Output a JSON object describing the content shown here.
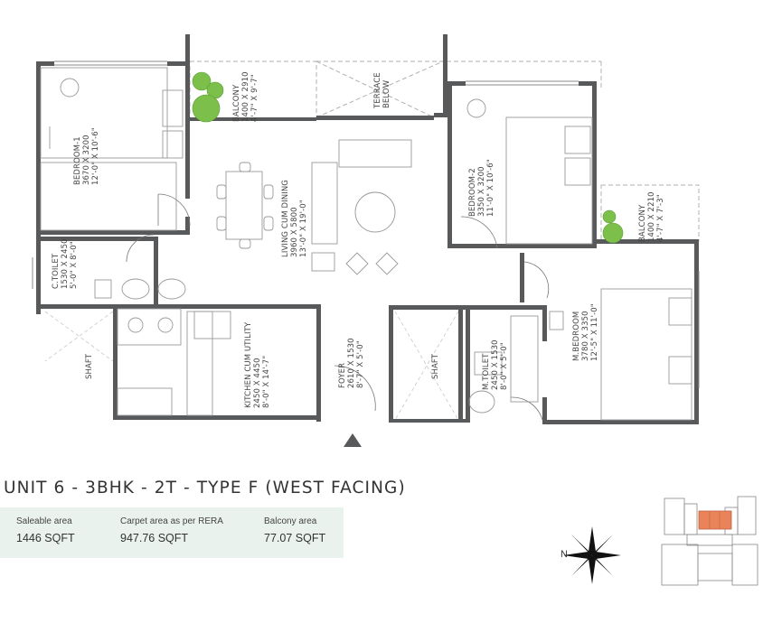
{
  "rooms": {
    "bedroom1": [
      "BEDROOM-1",
      "3670 X 3200",
      "12'-0\" X 10'-6\""
    ],
    "balcony1": [
      "BALCONY",
      "1400 X 2910",
      "4'-7\" X 9'-7\""
    ],
    "terrace": [
      "TERRACE",
      "BELOW"
    ],
    "bedroom2": [
      "BEDROOM-2",
      "3350 X 3200",
      "11'-0\" X 10'-6\""
    ],
    "balcony2": [
      "BALCONY",
      "1400 X 2210",
      "4'-7\" X 7'-3\""
    ],
    "living": [
      "LIVING CUM DINING",
      "3960 X 5800",
      "13'-0\" X 19'-0\""
    ],
    "ctoilet": [
      "C.TOILET",
      "1530 X 2450",
      "5'-0\" X 8'-0\""
    ],
    "kitchen": [
      "KITCHEN CUM UTILITY",
      "2450 X 4450",
      "8'-0\" X 14'-7\""
    ],
    "foyer": [
      "FOYER",
      "2610 X 1530",
      "8'-7\" X 5'-0\""
    ],
    "shaft1": "SHAFT",
    "shaft2": "SHAFT",
    "mtoilet": [
      "M.TOILET",
      "2450 X 1530",
      "8'-0\" X 5'-0\""
    ],
    "mbedroom": [
      "M.BEDROOM",
      "3780 X 3350",
      "12'-5\" X 11'-0\""
    ]
  },
  "unit_title": "UNIT 6 - 3BHK - 2T - TYPE F (WEST FACING)",
  "areas": [
    {
      "label": "Saleable area",
      "value": "1446 SQFT"
    },
    {
      "label": "Carpet area as per RERA",
      "value": "947.76 SQFT"
    },
    {
      "label": "Balcony area",
      "value": "77.07 SQFT"
    }
  ],
  "north_label": "N",
  "colors": {
    "wall": "#58595b",
    "accent": "#e8835a",
    "panel": "#e9f2ec",
    "plant": "#7cc04b"
  }
}
